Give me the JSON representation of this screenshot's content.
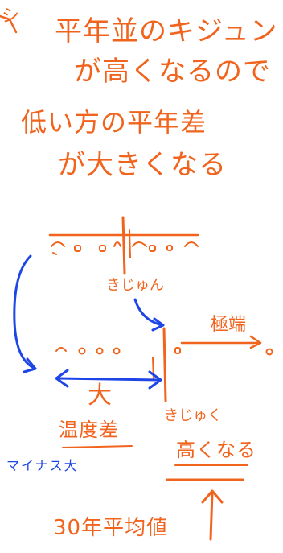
{
  "note": {
    "corner_mark": "シ",
    "line1": "平年並のキジュン",
    "line2": "が高くなるので",
    "line3": "低い方の平年差",
    "line4": "が大きくなる",
    "top_row_dots": "ㅎ ㅁ ㅁ ㅁ | ㅎ ㅁ ㅁ ㅁ",
    "label_kijun_upper": "きじゅん",
    "label_kyokutan": "極端",
    "label_dai": "大",
    "label_ondosa": "温度差",
    "label_kijun_lower": "きじゅく",
    "label_takaku_naru": "高くなる",
    "label_minus_dai": "マイナス大",
    "label_30nen": "30年平均値",
    "colors": {
      "orange": "#f0641e",
      "blue": "#1e46e6"
    }
  }
}
